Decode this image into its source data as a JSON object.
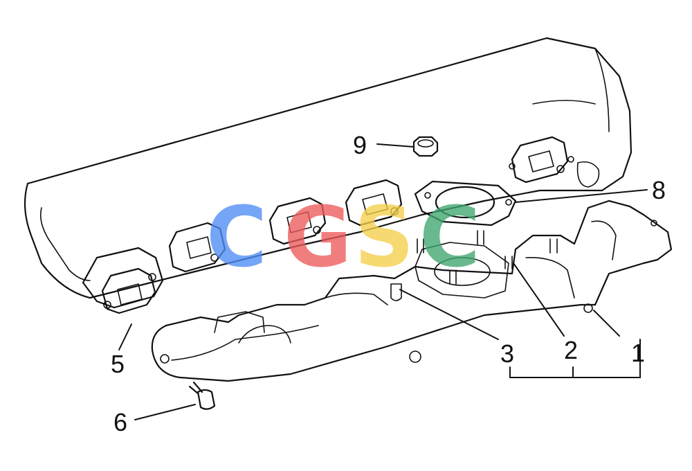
{
  "callouts": [
    {
      "label": "1"
    },
    {
      "label": "2"
    },
    {
      "label": "3"
    },
    {
      "label": "5"
    },
    {
      "label": "6"
    },
    {
      "label": "8"
    },
    {
      "label": "9"
    }
  ],
  "watermark": {
    "letters": [
      "C",
      "G",
      "S",
      "C"
    ],
    "colors": [
      "#4f8df5",
      "#ee5a5a",
      "#f4cf4a",
      "#3fa66f"
    ]
  }
}
